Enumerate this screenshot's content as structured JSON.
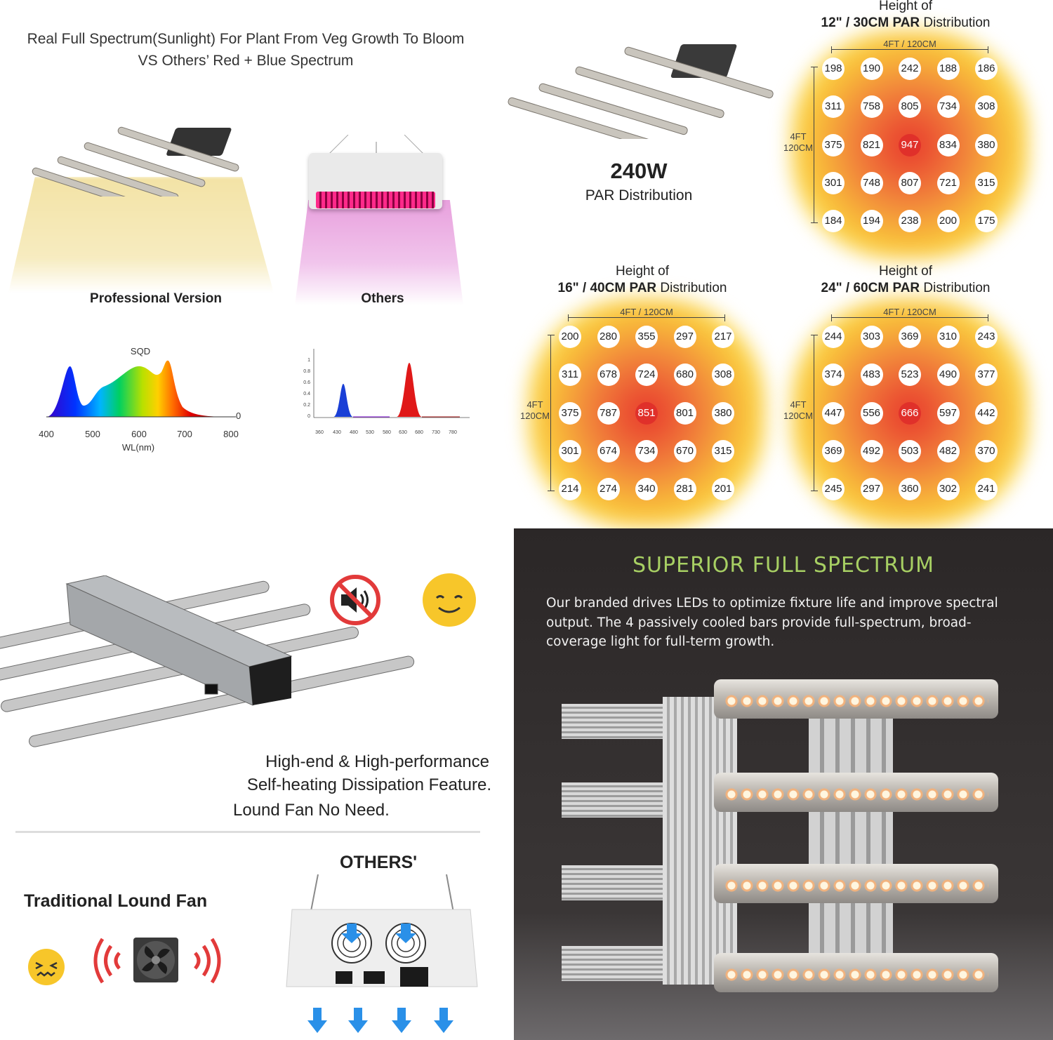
{
  "spectrum": {
    "title_line1": "Real Full Spectrum(Sunlight) For Plant From Veg Growth To Bloom",
    "title_line2": "VS Others’ Red + Blue Spectrum",
    "professional_label": "Professional Version",
    "others_label": "Others",
    "sqd_label": "SQD",
    "sqd_xticks": [
      "400",
      "500",
      "600",
      "700",
      "800"
    ],
    "sqd_zero": "0",
    "sqd_xlabel": "WL(nm)",
    "others_yticks": [
      "1",
      "0.8",
      "0.6",
      "0.4",
      "0.2",
      "0"
    ],
    "others_xticks": [
      "360",
      "430",
      "480",
      "530",
      "580",
      "630",
      "680",
      "730",
      "780"
    ]
  },
  "par": {
    "model_watt": "240W",
    "model_caption": "PAR Distribution",
    "grids": [
      {
        "height_prefix": "Height of",
        "height_bold": "12\" / 30CM PAR",
        "height_suffix": "Distribution",
        "width_label": "4FT / 120CM",
        "depth_label_1": "4FT",
        "depth_label_2": "120CM",
        "rows": [
          [
            "198",
            "190",
            "242",
            "188",
            "186"
          ],
          [
            "311",
            "758",
            "805",
            "734",
            "308"
          ],
          [
            "375",
            "821",
            "947",
            "834",
            "380"
          ],
          [
            "301",
            "748",
            "807",
            "721",
            "315"
          ],
          [
            "184",
            "194",
            "238",
            "200",
            "175"
          ]
        ]
      },
      {
        "height_prefix": "Height of",
        "height_bold": "16\" / 40CM PAR",
        "height_suffix": "Distribution",
        "width_label": "4FT / 120CM",
        "depth_label_1": "4FT",
        "depth_label_2": "120CM",
        "rows": [
          [
            "200",
            "280",
            "355",
            "297",
            "217"
          ],
          [
            "311",
            "678",
            "724",
            "680",
            "308"
          ],
          [
            "375",
            "787",
            "851",
            "801",
            "380"
          ],
          [
            "301",
            "674",
            "734",
            "670",
            "315"
          ],
          [
            "214",
            "274",
            "340",
            "281",
            "201"
          ]
        ]
      },
      {
        "height_prefix": "Height of",
        "height_bold": "24\" / 60CM PAR",
        "height_suffix": "Distribution",
        "width_label": "4FT / 120CM",
        "depth_label_1": "4FT",
        "depth_label_2": "120CM",
        "rows": [
          [
            "244",
            "303",
            "369",
            "310",
            "243"
          ],
          [
            "374",
            "483",
            "523",
            "490",
            "377"
          ],
          [
            "447",
            "556",
            "666",
            "597",
            "442"
          ],
          [
            "369",
            "492",
            "503",
            "482",
            "370"
          ],
          [
            "245",
            "297",
            "360",
            "302",
            "241"
          ]
        ]
      }
    ]
  },
  "cooling": {
    "feature_line1": "High-end & High-performance",
    "feature_line2": "Self-heating Dissipation Feature.",
    "feature_line3": "Lound Fan No Need.",
    "others_title": "OTHERS'",
    "traditional_label": "Traditional Lound Fan",
    "no_sound_icon": "no-sound-icon",
    "happy_icon": "smiley-icon",
    "sad_icon": "sad-face-icon",
    "fan_icon": "fan-icon",
    "colors": {
      "no_sign": "#e23a3a",
      "smiley": "#f7c62a",
      "sound_wave": "#e23a3a",
      "airflow_arrow": "#2a90e8"
    }
  },
  "superior": {
    "title": "SUPERIOR FULL SPECTRUM",
    "body": "Our branded drives LEDs to optimize fixture life and improve spectral output. The 4 passively cooled bars provide full-spectrum, broad-coverage light for full-term growth.",
    "colors": {
      "title": "#a7cf63",
      "background": "#2b2727"
    }
  }
}
